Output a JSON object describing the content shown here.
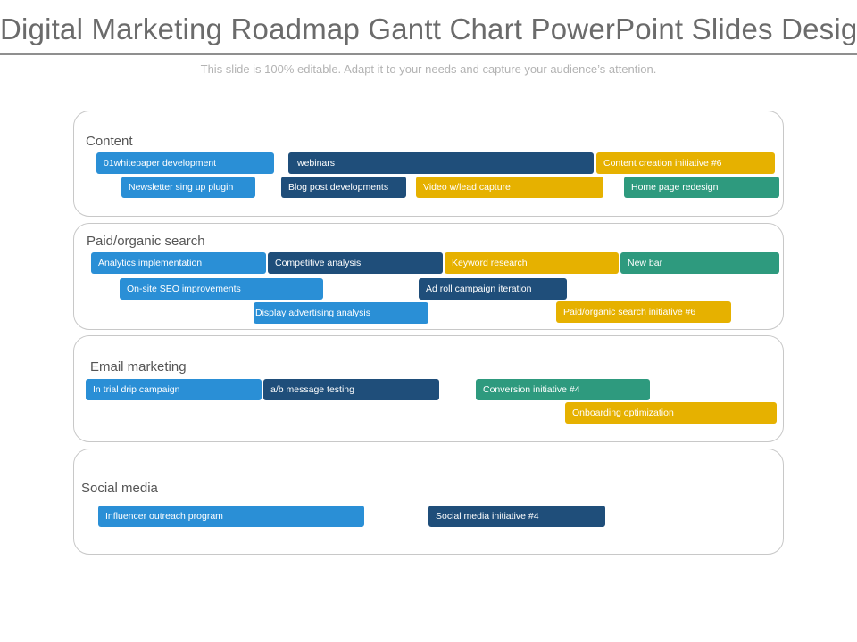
{
  "header": {
    "title": "Digital Marketing Roadmap Gantt Chart PowerPoint Slides Design",
    "subtitle": "This slide is 100% editable. Adapt it to your needs and capture your audience’s attention."
  },
  "colors": {
    "light_blue": "#2a8fd6",
    "dark_blue": "#1f4e7a",
    "gold": "#e6b100",
    "teal": "#2e9a7e"
  },
  "sections": [
    {
      "label": "Content",
      "bars": [
        {
          "label": "01whitepaper development",
          "color": "light_blue"
        },
        {
          "label": "webinars",
          "color": "dark_blue"
        },
        {
          "label": "Content creation initiative #6",
          "color": "gold"
        },
        {
          "label": "Newsletter sing up plugin",
          "color": "light_blue"
        },
        {
          "label": "Blog post developments",
          "color": "dark_blue"
        },
        {
          "label": "Video w/lead capture",
          "color": "gold"
        },
        {
          "label": "Home page redesign",
          "color": "teal"
        }
      ]
    },
    {
      "label": "Paid/organic search",
      "bars": [
        {
          "label": "Analytics implementation",
          "color": "light_blue"
        },
        {
          "label": "Competitive analysis",
          "color": "dark_blue"
        },
        {
          "label": "Keyword research",
          "color": "gold"
        },
        {
          "label": "New bar",
          "color": "teal"
        },
        {
          "label": "On-site SEO improvements",
          "color": "light_blue"
        },
        {
          "label": "Ad roll campaign iteration",
          "color": "dark_blue"
        },
        {
          "label": "Display advertising analysis",
          "color": "light_blue"
        },
        {
          "label": "Paid/organic search initiative #6",
          "color": "gold"
        }
      ]
    },
    {
      "label": "Email marketing",
      "bars": [
        {
          "label": "In trial drip campaign",
          "color": "light_blue"
        },
        {
          "label": "a/b message testing",
          "color": "dark_blue"
        },
        {
          "label": "Conversion initiative #4",
          "color": "teal"
        },
        {
          "label": "Onboarding optimization",
          "color": "gold"
        }
      ]
    },
    {
      "label": "Social media",
      "bars": [
        {
          "label": "Influencer outreach program",
          "color": "light_blue"
        },
        {
          "label": "Social media initiative #4",
          "color": "dark_blue"
        }
      ]
    }
  ]
}
